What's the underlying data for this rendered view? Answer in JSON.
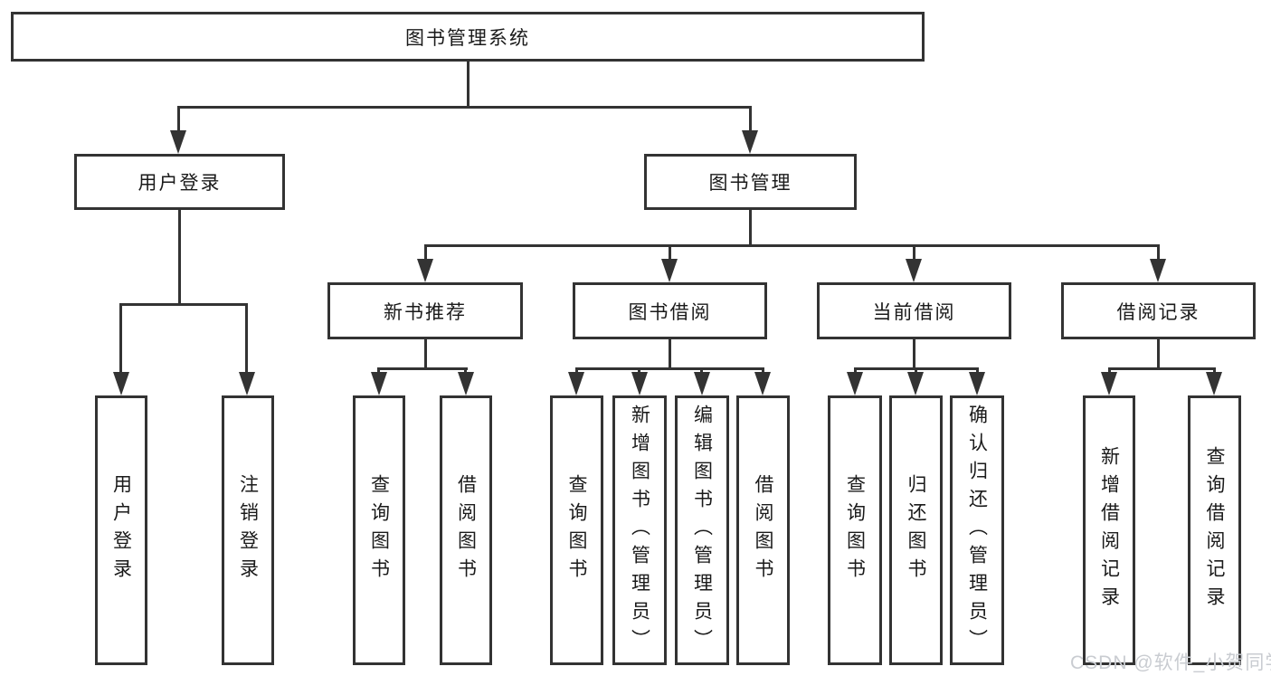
{
  "diagram": {
    "root": "图书管理系统",
    "level2": [
      {
        "label": "用户登录"
      },
      {
        "label": "图书管理"
      }
    ],
    "level3": [
      {
        "label": "新书推荐"
      },
      {
        "label": "图书借阅"
      },
      {
        "label": "当前借阅"
      },
      {
        "label": "借阅记录"
      }
    ],
    "leaves": {
      "user_login": [
        "用户登录",
        "注销登录"
      ],
      "new_book_recommend": [
        "查询图书",
        "借阅图书"
      ],
      "book_borrow": [
        "查询图书",
        "新增图书（管理员）",
        "编辑图书（管理员）",
        "借阅图书"
      ],
      "current_borrow": [
        "查询图书",
        "归还图书",
        "确认归还（管理员）"
      ],
      "borrow_record": [
        "新增借阅记录",
        "查询借阅记录"
      ]
    },
    "colors": {
      "line": "#333333",
      "text": "#1a1a1a",
      "background": "#ffffff",
      "watermark": "#c9ccd1"
    }
  },
  "watermark": "CSDN @软件_小贺同学"
}
